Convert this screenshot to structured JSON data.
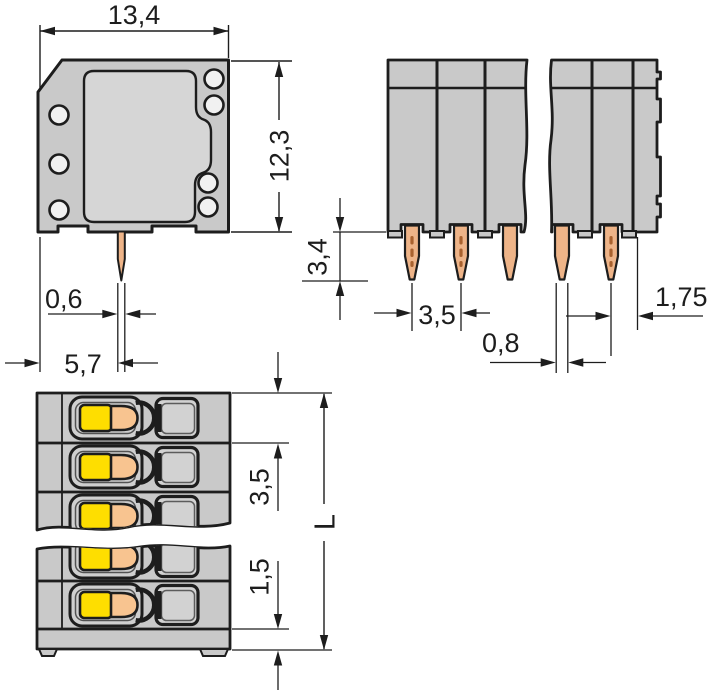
{
  "drawing": {
    "kind": "dimensioned-technical-drawing",
    "decimal_style": "comma",
    "dimensions": {
      "side_width": "13,4",
      "side_height": "12,3",
      "pin_width_side": "0,6",
      "pin_offset": "5,7",
      "pin_length": "3,4",
      "pin_pitch_front": "3,5",
      "pin_thickness": "0,8",
      "last_pole_margin": "1,75",
      "pole_pitch_top": "3,5",
      "end_margin": "1,5",
      "overall_length": "L"
    },
    "colors": {
      "background": "#ffffff",
      "outline": "#1d1d1d",
      "housing": "#c9c9c9",
      "housing_light": "#d6d6d6",
      "cavity": "#cfcfcf",
      "opening": "#d2d2d2",
      "hole": "#f1f1f1",
      "pin": "#eeb488",
      "pin_mark": "#a9622f",
      "button": "#fede00",
      "lever": "#f8c490"
    }
  }
}
